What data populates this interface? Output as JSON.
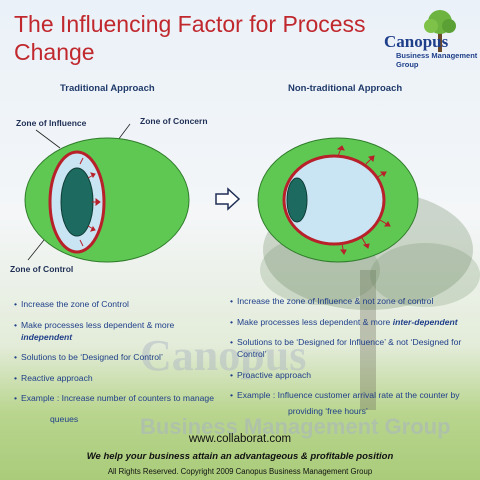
{
  "title": "The Influencing Factor for Process Change",
  "logo": {
    "name": "Canopus",
    "subtitle": "Business Management Group"
  },
  "traditional": {
    "heading": "Traditional Approach",
    "zone_influence": "Zone of Influence",
    "zone_concern": "Zone of Concern",
    "zone_control": "Zone of Control",
    "bullets": [
      {
        "text": "Increase the zone of Control"
      },
      {
        "text": "Make processes less dependent & more ",
        "emph": "independent"
      },
      {
        "text": "Solutions to be ‘Designed for Control’"
      },
      {
        "text": "Reactive approach"
      },
      {
        "text": "Example : Increase number of counters to manage"
      }
    ],
    "continuation": "queues"
  },
  "non_traditional": {
    "heading": "Non-traditional Approach",
    "bullets": [
      {
        "text": "Increase the zone of Influence & not zone of control"
      },
      {
        "text": "Make processes less dependent & more ",
        "emph": "inter-dependent"
      },
      {
        "text": "Solutions to be ‘Designed for Influence’ & not ‘Designed for Control’"
      },
      {
        "text": "Proactive approach"
      },
      {
        "text": "Example : Influence customer arrival rate at the counter by"
      }
    ],
    "continuation": "providing ‘free hours’"
  },
  "watermark": {
    "line1": "Canopus",
    "line2": "Business Management Group"
  },
  "footer": {
    "url": "www.collaborat.com",
    "tagline": "We help your business attain an advantageous & profitable position",
    "copyright": "All Rights Reserved. Copyright 2009 Canopus Business Management Group"
  },
  "colors": {
    "title": "#c0282d",
    "concern_fill": "#5fc853",
    "influence_fill": "#c9e4f3",
    "control_fill": "#1d6b60",
    "boundary": "#b8202a",
    "text_blue": "#1f3f8a"
  },
  "icons": [
    "tree-logo-icon",
    "arrow-right-icon"
  ]
}
